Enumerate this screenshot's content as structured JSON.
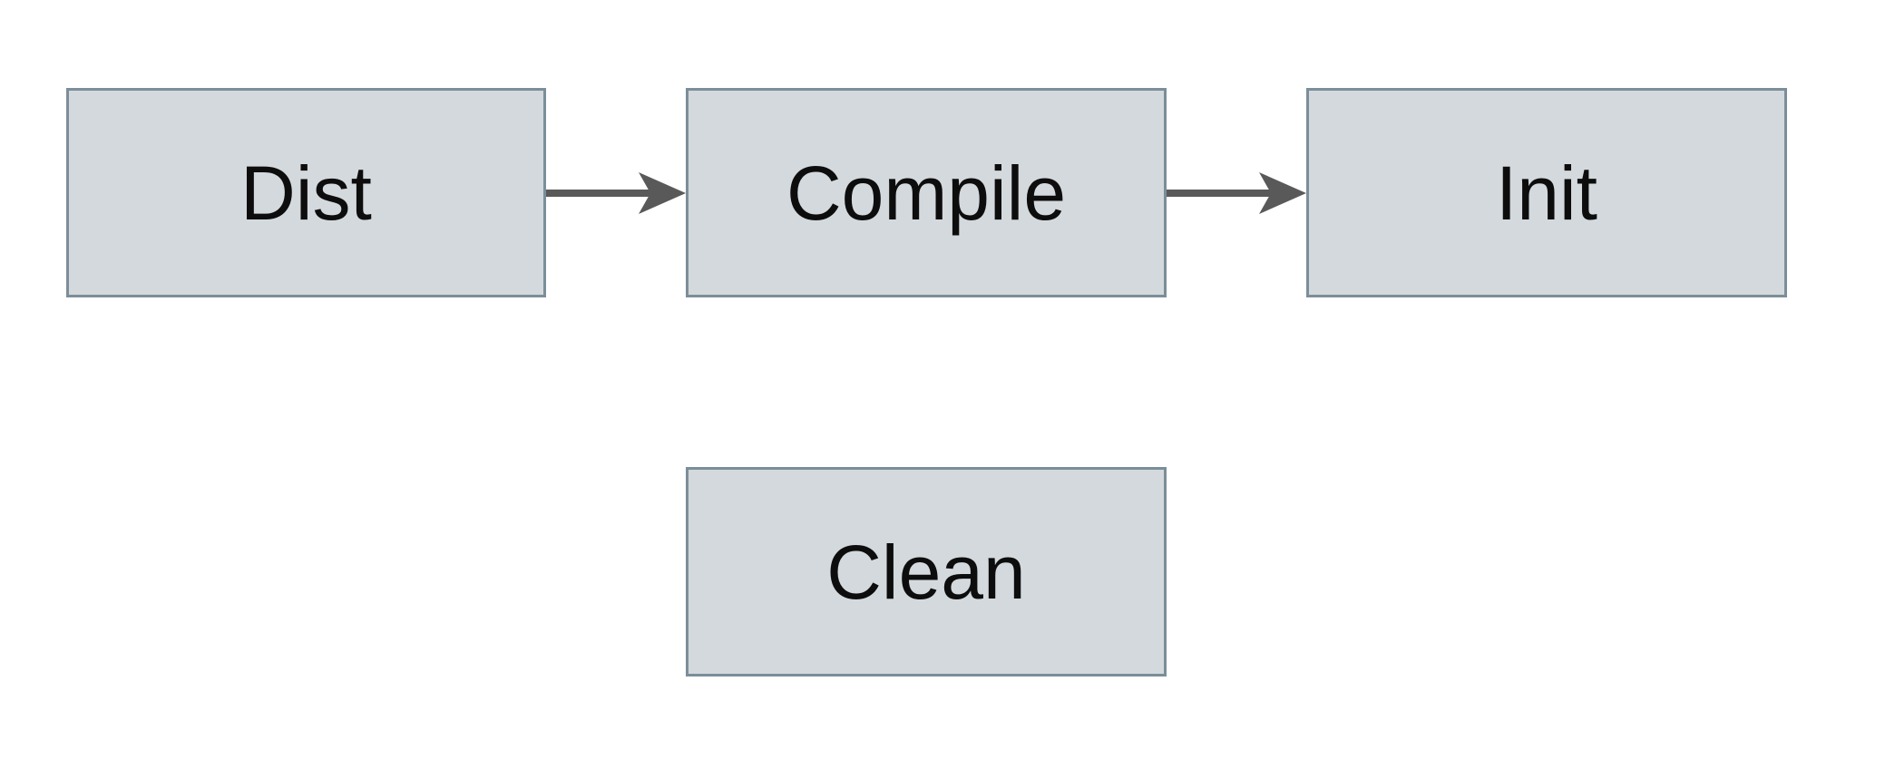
{
  "diagram": {
    "type": "flowchart",
    "nodes": [
      {
        "id": "dist",
        "label": "Dist"
      },
      {
        "id": "compile",
        "label": "Compile"
      },
      {
        "id": "init",
        "label": "Init"
      },
      {
        "id": "clean",
        "label": "Clean"
      }
    ],
    "edges": [
      {
        "from": "dist",
        "to": "compile",
        "style": "arrow-right"
      },
      {
        "from": "compile",
        "to": "init",
        "style": "arrow-right"
      }
    ],
    "colors": {
      "background": "#ffffff",
      "node_fill": "#d3d9dc",
      "node_border": "#7b8e99",
      "arrow": "#595959",
      "text": "#0d0d0d"
    }
  }
}
